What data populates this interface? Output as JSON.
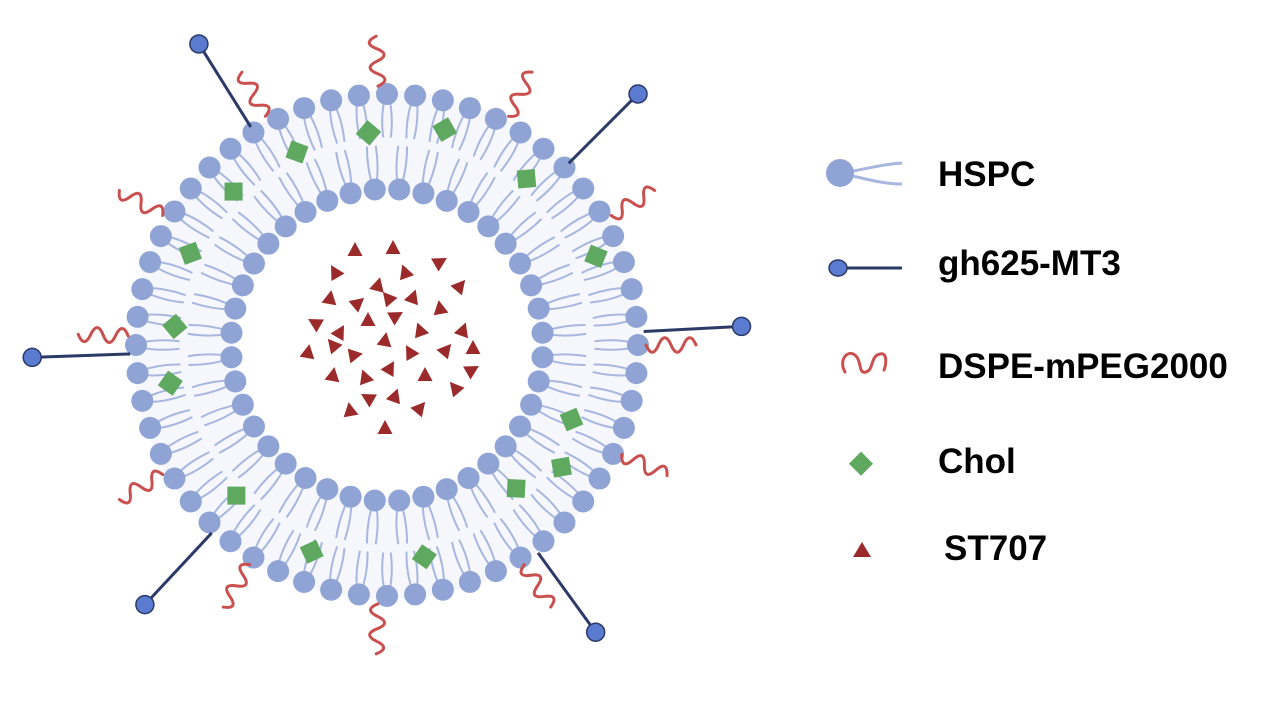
{
  "diagram": {
    "type": "liposome-schematic",
    "colors": {
      "lipid_head": "#8fa3d4",
      "lipid_tail": "#a7b7df",
      "core_fill": "#ffffff",
      "bilayer_fill": "#f5f7fc",
      "peptide_line": "#2b3a66",
      "peptide_head": "#5b7bd1",
      "peg": "#c9504f",
      "chol": "#5fa85f",
      "drug": "#9b2b2b"
    }
  },
  "legend": {
    "items": [
      {
        "label": "HSPC",
        "icon": "lipid-icon"
      },
      {
        "label": "gh625-MT3",
        "icon": "peptide-icon"
      },
      {
        "label": "DSPE-mPEG2000",
        "icon": "peg-icon"
      },
      {
        "label": "Chol",
        "icon": "diamond-icon"
      },
      {
        "label": "ST707",
        "icon": "triangle-icon"
      }
    ]
  }
}
